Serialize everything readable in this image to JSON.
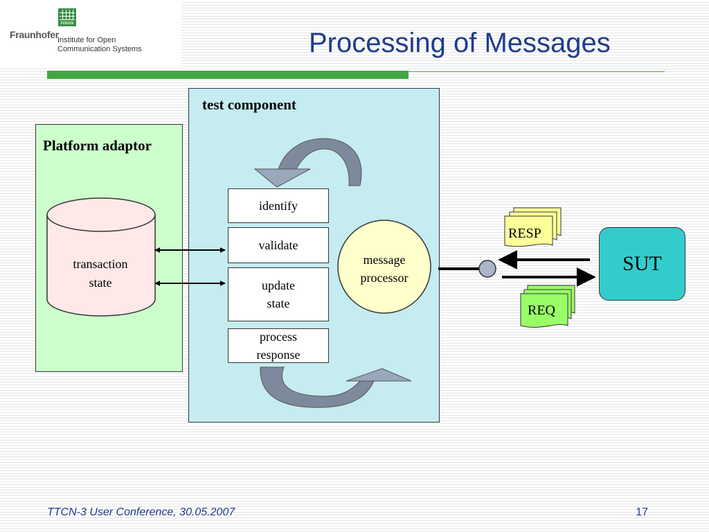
{
  "header": {
    "logo_mark": "FOKUS",
    "org_name": "Fraunhofer",
    "institute": "Institute for Open\nCommunication Systems",
    "title": "Processing of Messages"
  },
  "diagram": {
    "platform_adaptor": "Platform adaptor",
    "transaction_state": "transaction\nstate",
    "test_component": "test component",
    "steps": [
      "identify",
      "validate",
      "update\nstate",
      "process\nresponse"
    ],
    "message_processor": "message\nprocessor",
    "resp": "RESP",
    "req": "REQ",
    "sut": "SUT"
  },
  "colors": {
    "title": "#1f3c8c",
    "accent_bar": "#43a645",
    "platform_adaptor_fill": "#ccffcc",
    "test_component_fill": "#c5ecf0",
    "database_fill": "#ffe8e8",
    "message_processor_fill": "#ffffcc",
    "sut_fill": "#33cccc",
    "resp_fill": "#ffff99",
    "req_fill": "#99ff66"
  },
  "footer": {
    "conference": "TTCN-3 User Conference, 30.05.2007",
    "page_number": "17"
  }
}
